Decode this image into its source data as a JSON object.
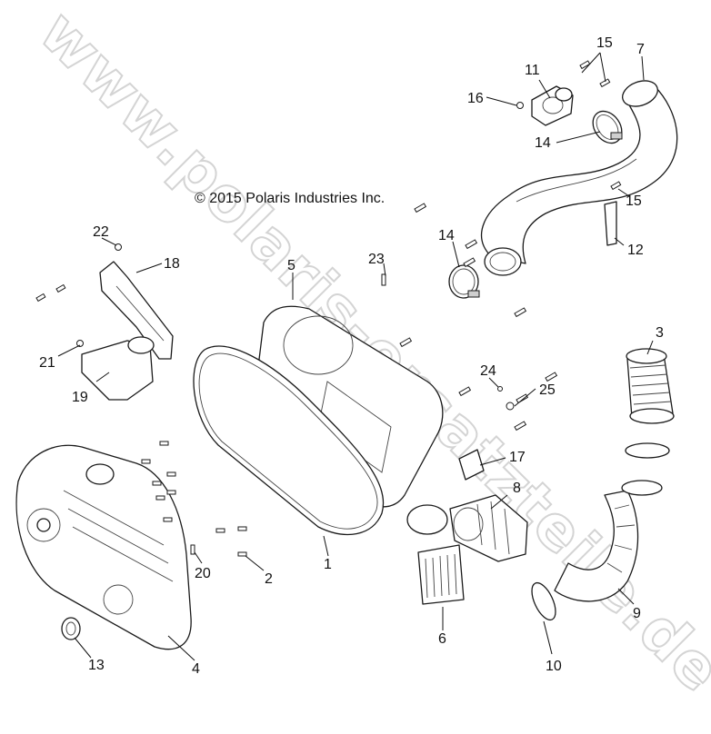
{
  "copyright": "© 2015 Polaris Industries Inc.",
  "watermark": "www.polaris-ersatzteile.de",
  "callouts": [
    {
      "id": "c1",
      "label": "1"
    },
    {
      "id": "c2",
      "label": "2"
    },
    {
      "id": "c3",
      "label": "3"
    },
    {
      "id": "c4",
      "label": "4"
    },
    {
      "id": "c5",
      "label": "5"
    },
    {
      "id": "c6",
      "label": "6"
    },
    {
      "id": "c7",
      "label": "7"
    },
    {
      "id": "c8",
      "label": "8"
    },
    {
      "id": "c9",
      "label": "9"
    },
    {
      "id": "c10",
      "label": "10"
    },
    {
      "id": "c11",
      "label": "11"
    },
    {
      "id": "c12",
      "label": "12"
    },
    {
      "id": "c13",
      "label": "13"
    },
    {
      "id": "c14a",
      "label": "14"
    },
    {
      "id": "c14b",
      "label": "14"
    },
    {
      "id": "c15a",
      "label": "15"
    },
    {
      "id": "c15b",
      "label": "15"
    },
    {
      "id": "c16",
      "label": "16"
    },
    {
      "id": "c17",
      "label": "17"
    },
    {
      "id": "c18",
      "label": "18"
    },
    {
      "id": "c19",
      "label": "19"
    },
    {
      "id": "c20",
      "label": "20"
    },
    {
      "id": "c21",
      "label": "21"
    },
    {
      "id": "c22",
      "label": "22"
    },
    {
      "id": "c23",
      "label": "23"
    },
    {
      "id": "c24",
      "label": "24"
    },
    {
      "id": "c25",
      "label": "25"
    }
  ]
}
